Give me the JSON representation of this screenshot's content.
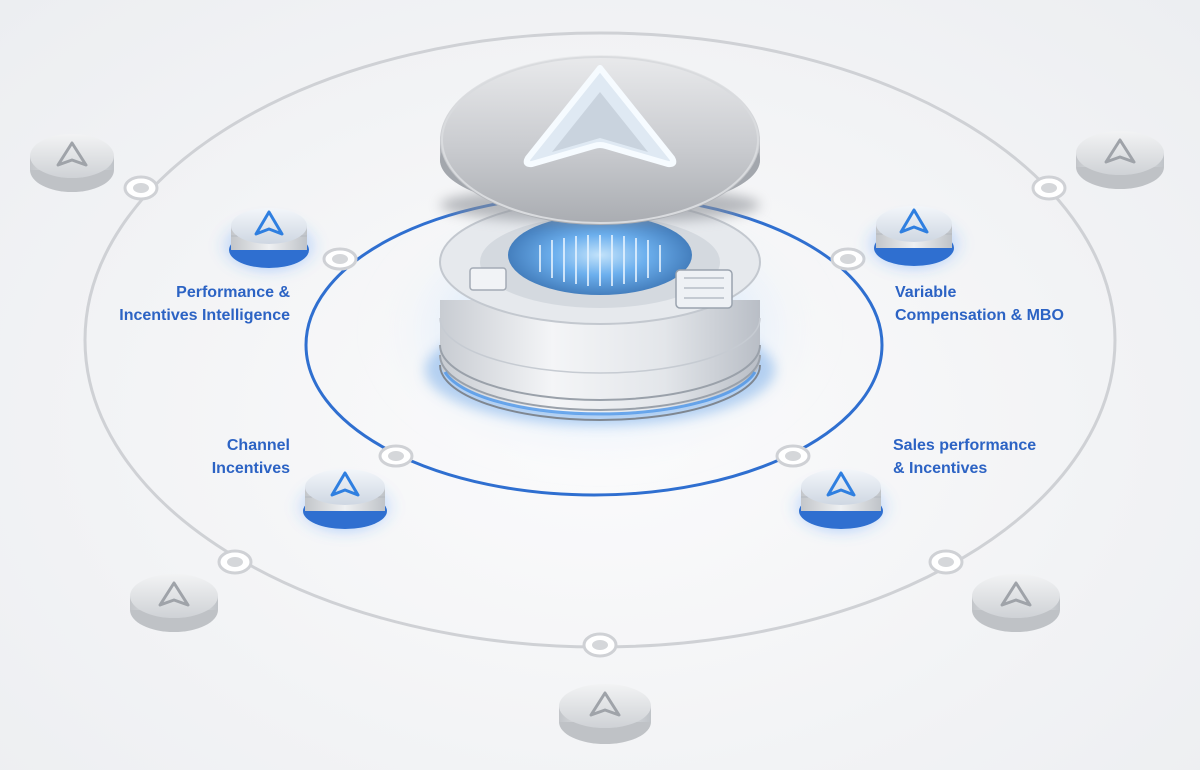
{
  "labels": {
    "performance": [
      "Performance &",
      "Incentives Intelligence"
    ],
    "channel": [
      "Channel",
      "Incentives"
    ],
    "variable": [
      "Variable",
      "Compensation & MBO"
    ],
    "sales": [
      "Sales performance",
      "& Incentives"
    ]
  },
  "colors": {
    "accent": "#2c63c4",
    "ring_inner": "#2f6fd0",
    "ring_outer": "#cfd1d5",
    "glow": "#4aa3ff",
    "pad_grey": "#d7d9dc"
  },
  "icons": {
    "logo": "navigation-arrow-icon"
  }
}
